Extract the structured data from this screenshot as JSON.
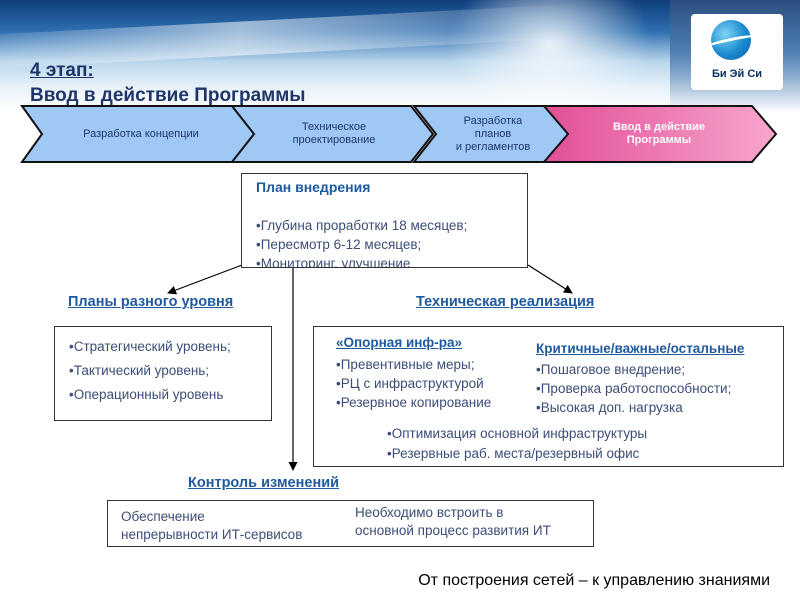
{
  "header": {
    "stage_title": "4 этап:",
    "stage_subtitle": "Ввод в действие Программы",
    "logo_text": "Би Эй Си"
  },
  "process_steps": [
    {
      "label": "Разработка концепции",
      "active": false
    },
    {
      "label": "Техническое\nпроектирование",
      "active": false
    },
    {
      "label": "Разработка\nпланов\nи регламентов",
      "active": false
    },
    {
      "label": "Ввод в действие\nПрограммы",
      "active": true
    }
  ],
  "plan_box": {
    "title": "План внедрения",
    "items": [
      "•Глубина проработки 18 месяцев;",
      "•Пересмотр 6-12 месяцев;",
      "•Мониторинг, улучшение"
    ]
  },
  "levels": {
    "title": "Планы разного уровня",
    "items": [
      "•Стратегический уровень;",
      "•Тактический уровень;",
      "•Операционный уровень"
    ]
  },
  "tech": {
    "title": "Техническая реализация",
    "infra_title": "«Опорная инф-ра»",
    "infra_items": [
      "•Превентивные меры;",
      "•РЦ с инфраструктурой",
      "•Резервное копирование"
    ],
    "crit_title": "Критичные/важные/остальные",
    "crit_items": [
      "•Пошаговое внедрение;",
      "•Проверка работоспособности;",
      "•Высокая доп. нагрузка"
    ],
    "bottom_items": [
      "•Оптимизация основной инфраструктуры",
      "•Резервные раб. места/резервный офис"
    ]
  },
  "change_control": {
    "title": "Контроль изменений",
    "left_text": [
      "Обеспечение",
      "непрерывности ИТ-сервисов"
    ],
    "right_text": [
      "Необходимо встроить в",
      "основной процесс развития ИТ"
    ]
  },
  "footer": {
    "slogan": "От построения сетей – к управлению знаниями"
  },
  "colors": {
    "title_blue": "#1f3569",
    "accent_blue": "#1f5aa0",
    "chevron_blue": "#9fc8f5",
    "chevron_pink": "#f06aa8"
  }
}
